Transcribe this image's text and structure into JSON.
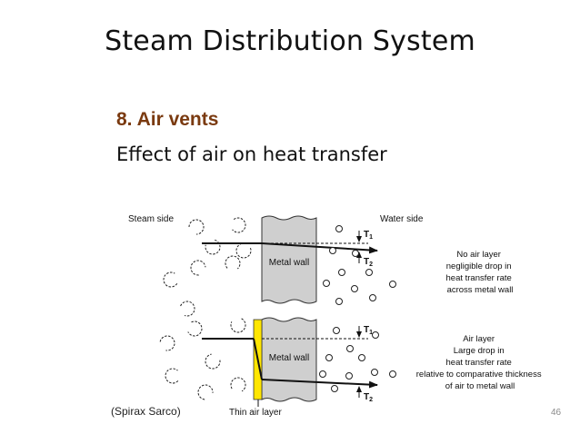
{
  "slide": {
    "title": "Steam Distribution System",
    "heading": "8. Air vents",
    "subheading": "Effect of air on heat transfer",
    "source": "(Spirax Sarco)",
    "page_number": "46"
  },
  "diagram": {
    "steam_side_label": "Steam side",
    "water_side_label": "Water side",
    "metal_wall_label": "Metal wall",
    "t1_label": "T",
    "t1_sub": "1",
    "t2_label": "T",
    "t2_sub": "2",
    "thin_air_layer_label": "Thin air layer",
    "no_air_layer_caption": [
      "No air layer",
      "negligible drop in",
      "heat transfer rate",
      "across metal wall"
    ],
    "air_layer_caption": [
      "Air layer",
      "Large drop in",
      "heat transfer rate",
      "relative to comparative thickness",
      "of air to metal wall"
    ]
  },
  "colors": {
    "heading": "#7a3a10",
    "wall_fill": "#cfcfcf",
    "air_layer": "#ffe600"
  }
}
